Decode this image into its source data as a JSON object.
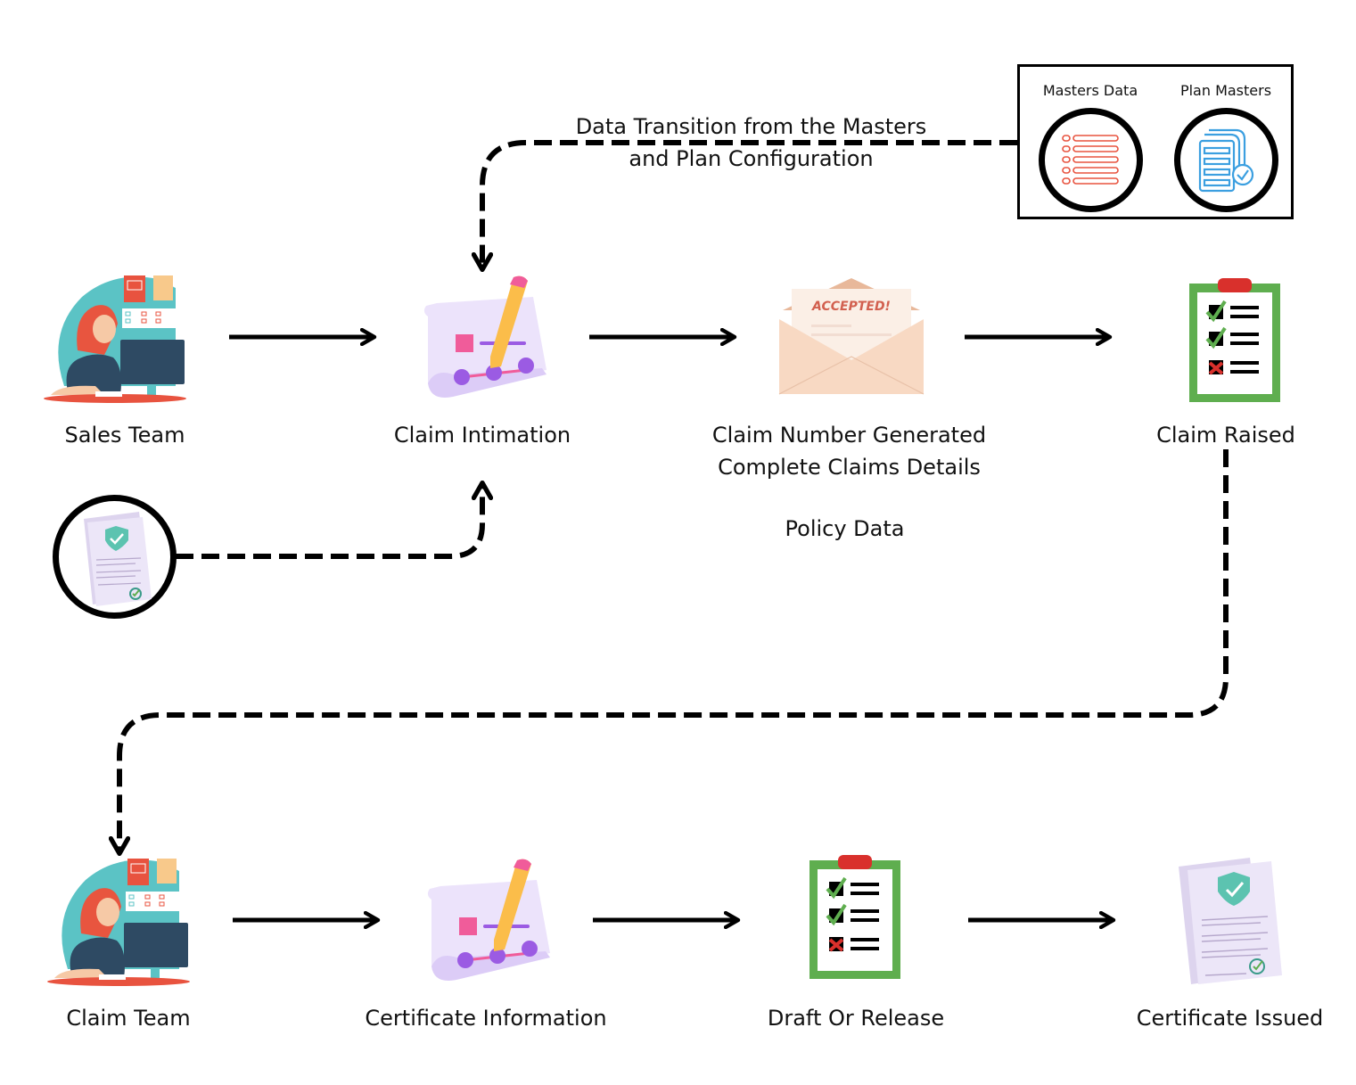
{
  "annotation": {
    "masters_transition": [
      "Data Transition from the Masters",
      "and Plan Configuration"
    ]
  },
  "masters_box": {
    "items": [
      {
        "label": "Masters Data",
        "icon": "list-form-icon",
        "color": "#e8533f"
      },
      {
        "label": "Plan Masters",
        "icon": "document-stack-check-icon",
        "color": "#3b9fe0"
      }
    ]
  },
  "row1": [
    {
      "label": "Sales Team",
      "icon": "agent-at-desk-icon"
    },
    {
      "label": "Claim Intimation",
      "icon": "pencil-blueprint-icon"
    },
    {
      "label_lines": [
        "Claim Number Generated",
        "Complete Claims Details"
      ],
      "sub_label": "Policy Data",
      "icon": "accepted-envelope-icon",
      "envelope_text": "ACCEPTED!"
    },
    {
      "label": "Claim Raised",
      "icon": "clipboard-checklist-icon"
    }
  ],
  "policy_input": {
    "icon": "policy-document-icon"
  },
  "row2": [
    {
      "label": "Claim Team",
      "icon": "agent-at-desk-icon"
    },
    {
      "label": "Certificate Information",
      "icon": "pencil-blueprint-icon"
    },
    {
      "label": "Draft Or Release",
      "icon": "clipboard-checklist-icon"
    },
    {
      "label": "Certificate Issued",
      "icon": "certificate-document-icon"
    }
  ],
  "colors": {
    "teal": "#5bc3c5",
    "navy": "#2e4a63",
    "hair": "#e8553f",
    "clipboard_green": "#5fae4f",
    "clip_red": "#d9302c",
    "lavender": "#ece3fb",
    "purple": "#9b5be3",
    "pink": "#f05c9a",
    "pencil": "#fbbd4a",
    "envelope": "#f8d9c3",
    "shield": "#5cc3b0"
  }
}
